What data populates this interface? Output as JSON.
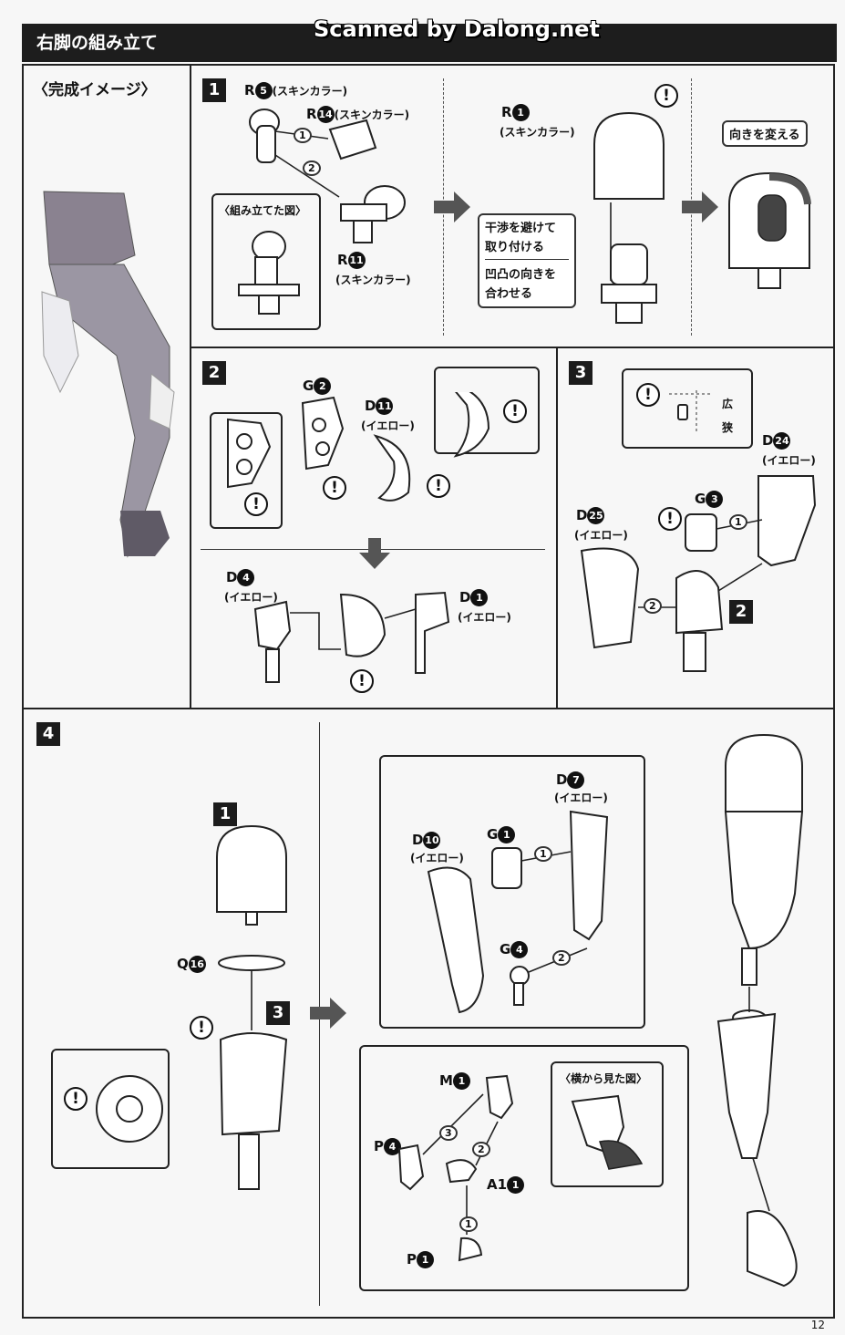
{
  "page": {
    "title": "右脚の組み立て",
    "scan_credit": "Scanned by Dalong.net",
    "page_number": "12"
  },
  "preview": {
    "label": "〈完成イメージ〉"
  },
  "step1": {
    "number": "1",
    "r5": "R",
    "r5_num": "5",
    "r5_sub": "(スキンカラー)",
    "r14": "R",
    "r14_num": "14",
    "r14_sub": "(スキンカラー)",
    "r11": "R",
    "r11_num": "11",
    "r11_sub": "(スキンカラー)",
    "inset": "〈組み立てた図〉",
    "r1": "R",
    "r1_num": "1",
    "r1_sub": "(スキンカラー)",
    "note1": "干渉を避けて",
    "note2": "取り付ける",
    "note3": "凹凸の向きを",
    "note4": "合わせる",
    "note_rotate": "向きを変える",
    "arrow1": "1",
    "arrow2": "2"
  },
  "step2": {
    "number": "2",
    "g2": "G",
    "g2_num": "2",
    "d11": "D",
    "d11_num": "11",
    "d11_sub": "(イエロー)",
    "d4": "D",
    "d4_num": "4",
    "d4_sub": "(イエロー)",
    "d1": "D",
    "d1_num": "1",
    "d1_sub": "(イエロー)"
  },
  "step3": {
    "number": "3",
    "wide": "広",
    "narrow": "狭",
    "d24": "D",
    "d24_num": "24",
    "d24_sub": "(イエロー)",
    "g3": "G",
    "g3_num": "3",
    "d25": "D",
    "d25_num": "25",
    "d25_sub": "(イエロー)",
    "ref2": "2",
    "arrow1": "1",
    "arrow2": "2"
  },
  "step4": {
    "number": "4",
    "ref1": "1",
    "q16": "Q",
    "q16_num": "16",
    "ref3": "3",
    "d7": "D",
    "d7_num": "7",
    "d7_sub": "(イエロー)",
    "d10": "D",
    "d10_num": "10",
    "d10_sub": "(イエロー)",
    "g1": "G",
    "g1_num": "1",
    "g4": "G",
    "g4_num": "4",
    "m1": "M",
    "m1_num": "1",
    "p4": "P",
    "p4_num": "4",
    "a1": "A1",
    "a1_num": "1",
    "p1": "P",
    "p1_num": "1",
    "side_view": "〈横から見た図〉",
    "arrow1": "1",
    "arrow2": "2",
    "arrow3": "3"
  }
}
